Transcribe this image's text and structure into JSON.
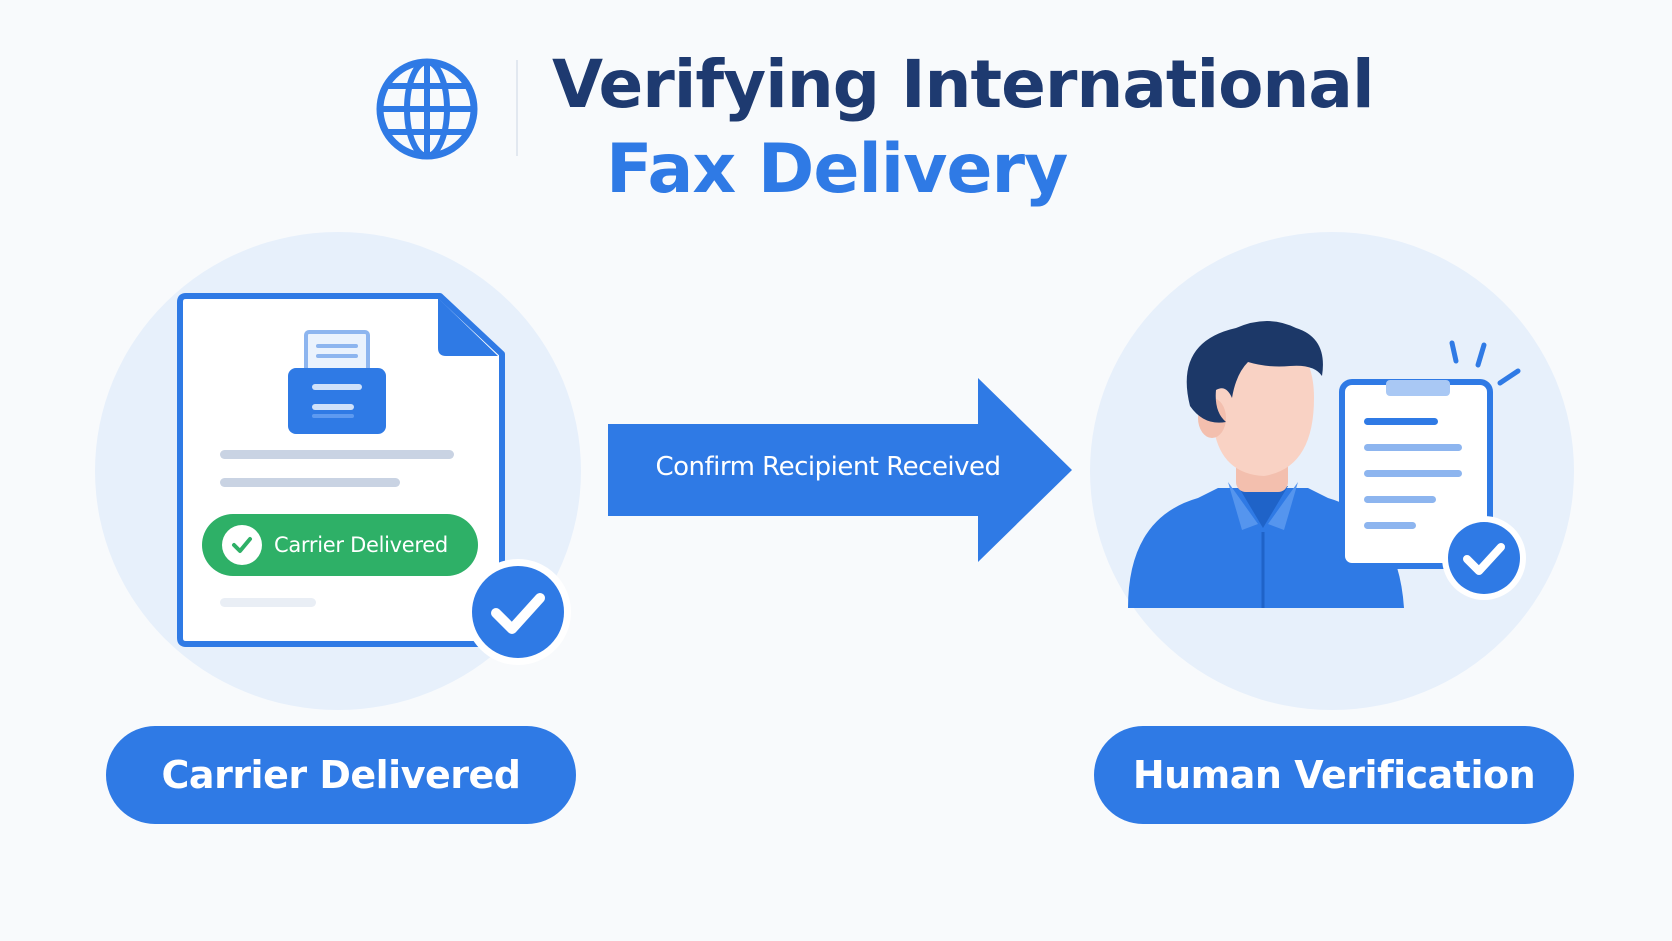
{
  "title": {
    "line1": "Verifying International",
    "line2": "Fax Delivery"
  },
  "icons": [
    "globe-icon",
    "fax-machine-icon",
    "check-icon",
    "person-icon",
    "clipboard-icon"
  ],
  "left_panel": {
    "status_badge": "Carrier Delivered",
    "caption": "Carrier Delivered"
  },
  "arrow": {
    "label": "Confirm Recipient Received"
  },
  "right_panel": {
    "caption": "Human Verification"
  },
  "colors": {
    "primary_blue": "#2f7ae5",
    "dark_navy": "#1e3a70",
    "success_green": "#2eb067",
    "circle_bg": "#e7f0fb",
    "skin": "#f9d2c4"
  }
}
